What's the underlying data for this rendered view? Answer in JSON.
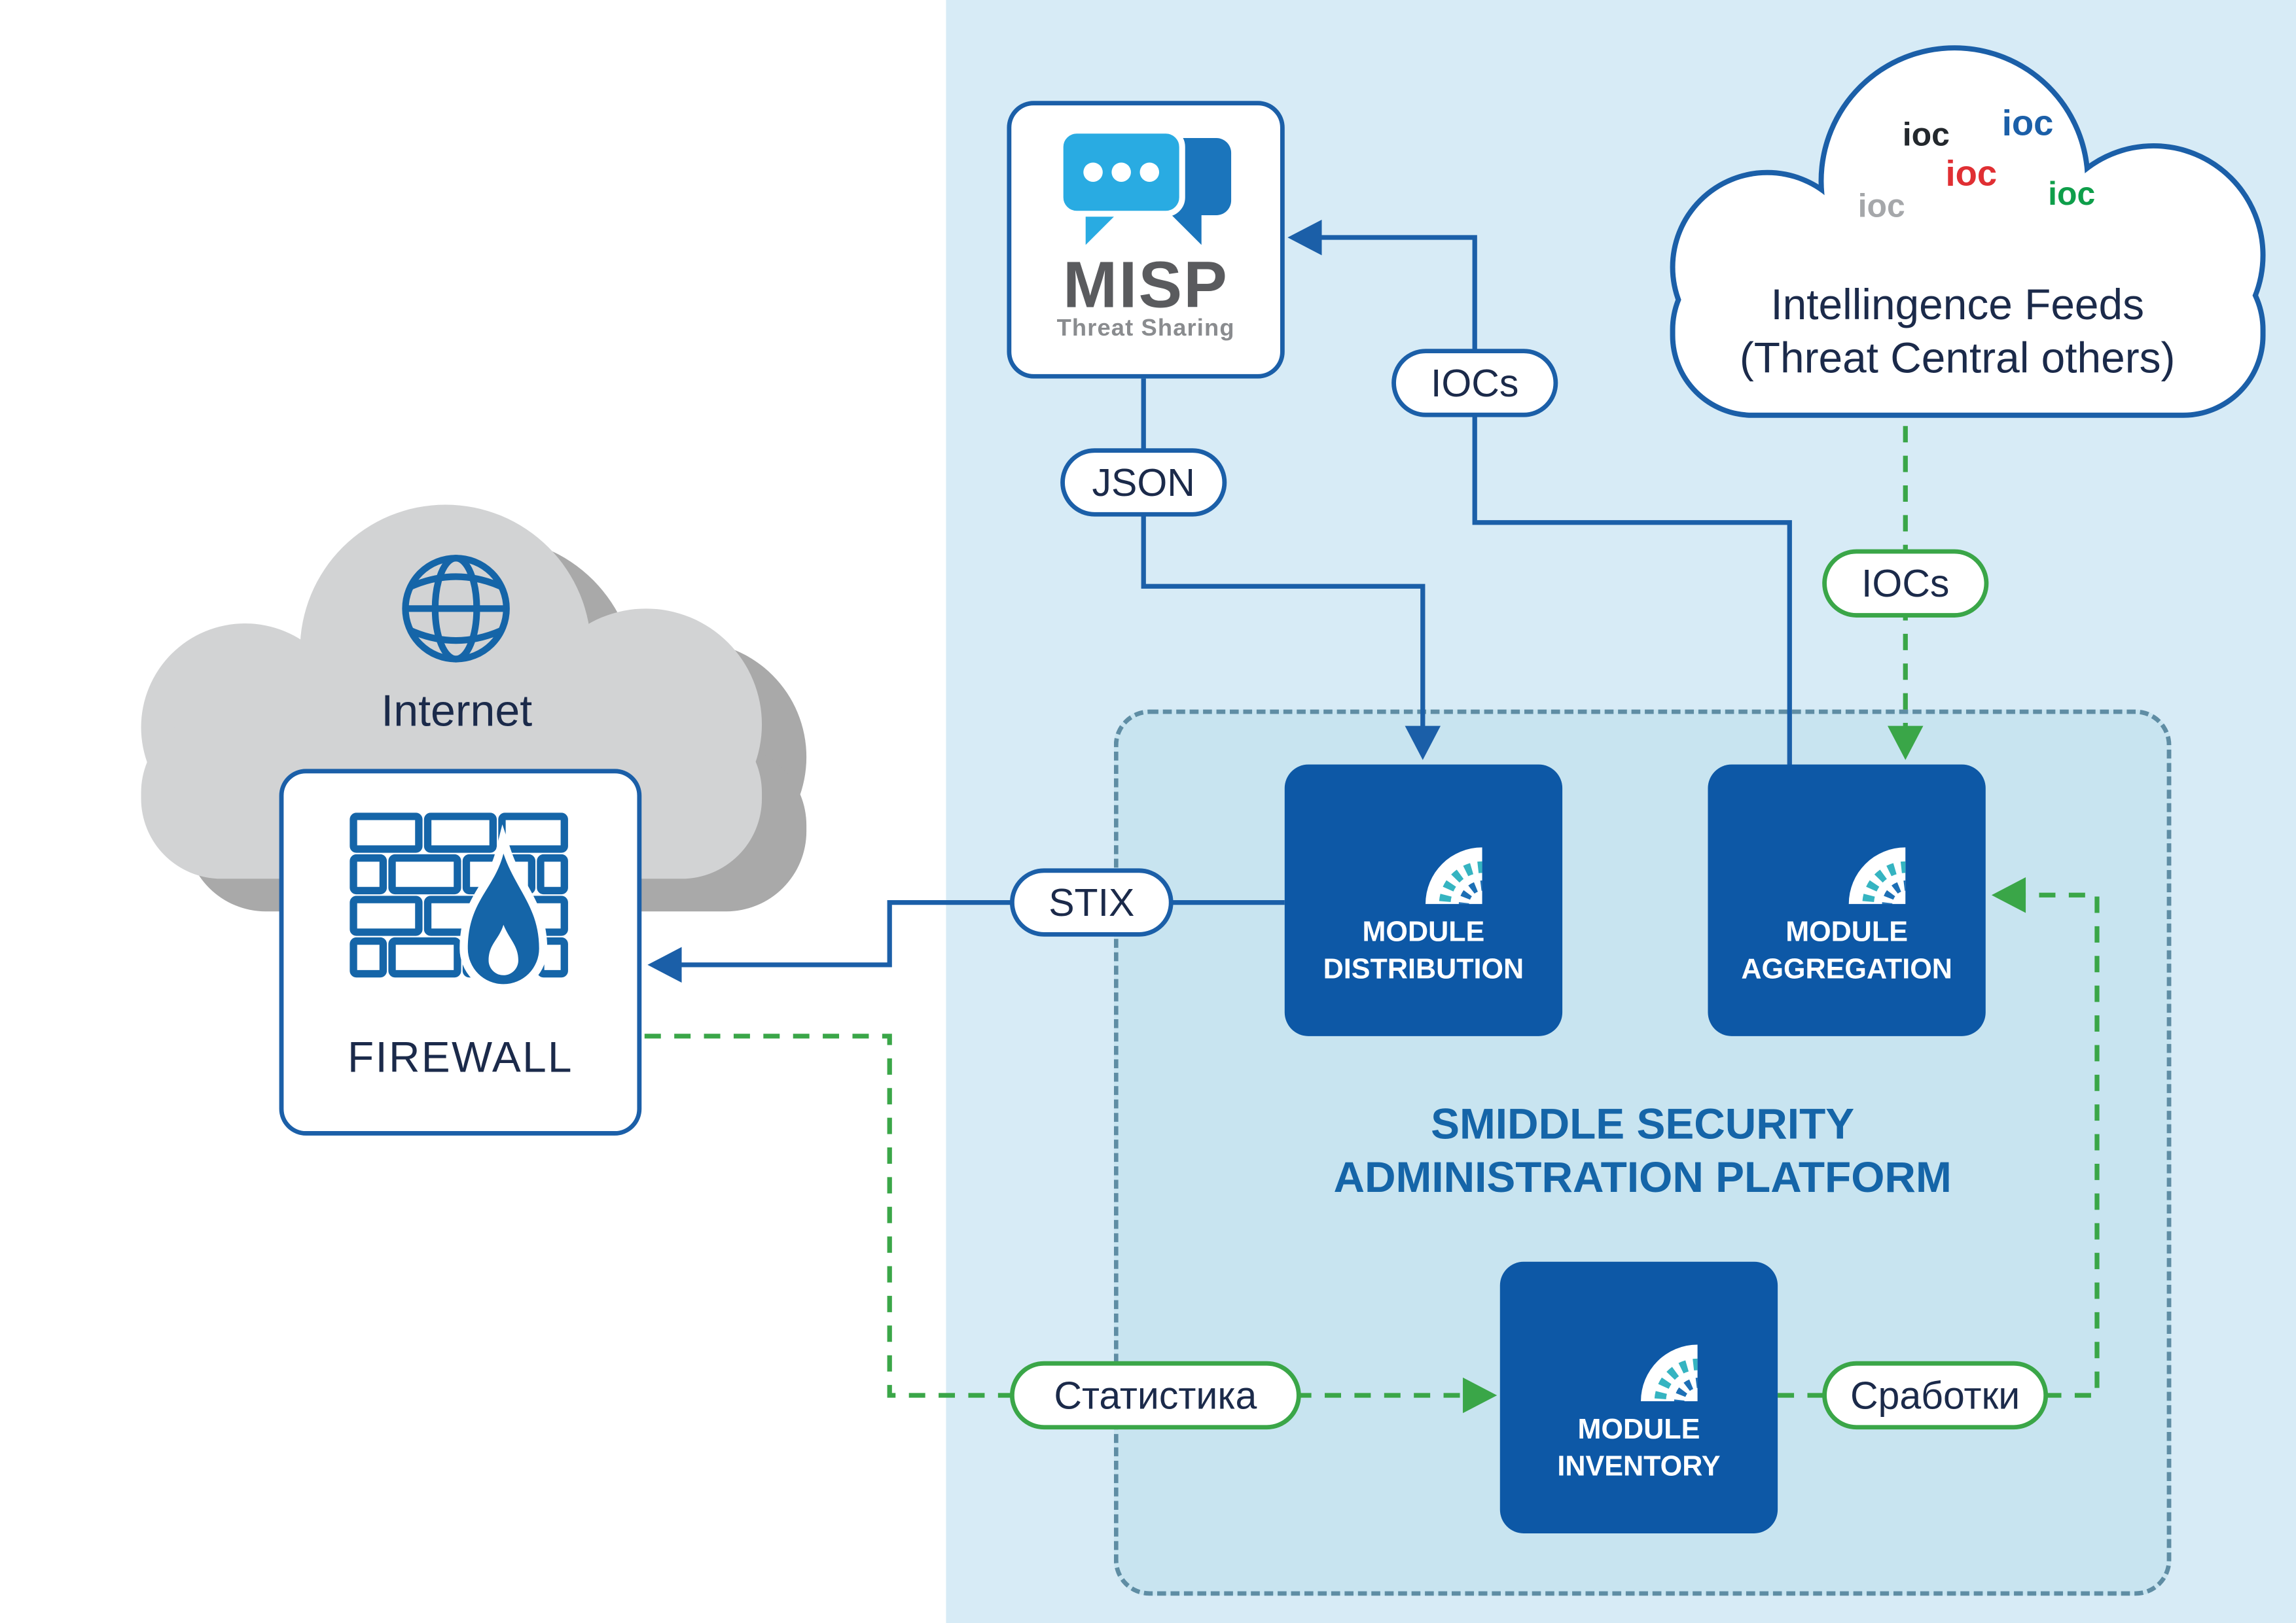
{
  "panel": {
    "left_bg": "#ffffff",
    "right_bg": "#d7ebf6",
    "platform_bg": "#c8e4f0"
  },
  "colors": {
    "primary_blue": "#1b5fa8",
    "module_blue": "#0d58a6",
    "green": "#3aa648",
    "title_blue": "#1565a8"
  },
  "internet_cloud": {
    "label": "Internet"
  },
  "firewall": {
    "label": "FIREWALL"
  },
  "misp": {
    "name": "MISP",
    "tagline": "Threat Sharing"
  },
  "feeds_cloud": {
    "line1": "Intellingence Feeds",
    "line2": "(Threat Central others)",
    "tags": [
      {
        "text": "ioc",
        "css": "color:#23282d"
      },
      {
        "text": "ioc",
        "css": "color:#1b5fa8"
      },
      {
        "text": "ioc",
        "css": "color:#e02f33"
      },
      {
        "text": "ioc",
        "css": "color:#a5a7aa"
      },
      {
        "text": "ioc",
        "css": "color:#0e9e4a"
      }
    ]
  },
  "platform": {
    "title_line1": "SMIDDLE SECURITY",
    "title_line2": "ADMINISTRATION PLATFORM",
    "modules": [
      {
        "top": "MODULE",
        "bottom": "DISTRIBUTION"
      },
      {
        "top": "MODULE",
        "bottom": "AGGREGATION"
      },
      {
        "top": "MODULE",
        "bottom": "INVENTORY"
      }
    ]
  },
  "connectors": {
    "json": "JSON",
    "iocs_misp": "IOCs",
    "iocs_feeds": "IOCs",
    "stix": "STIX",
    "statistics": "Статистика",
    "hits": "Сработки"
  }
}
